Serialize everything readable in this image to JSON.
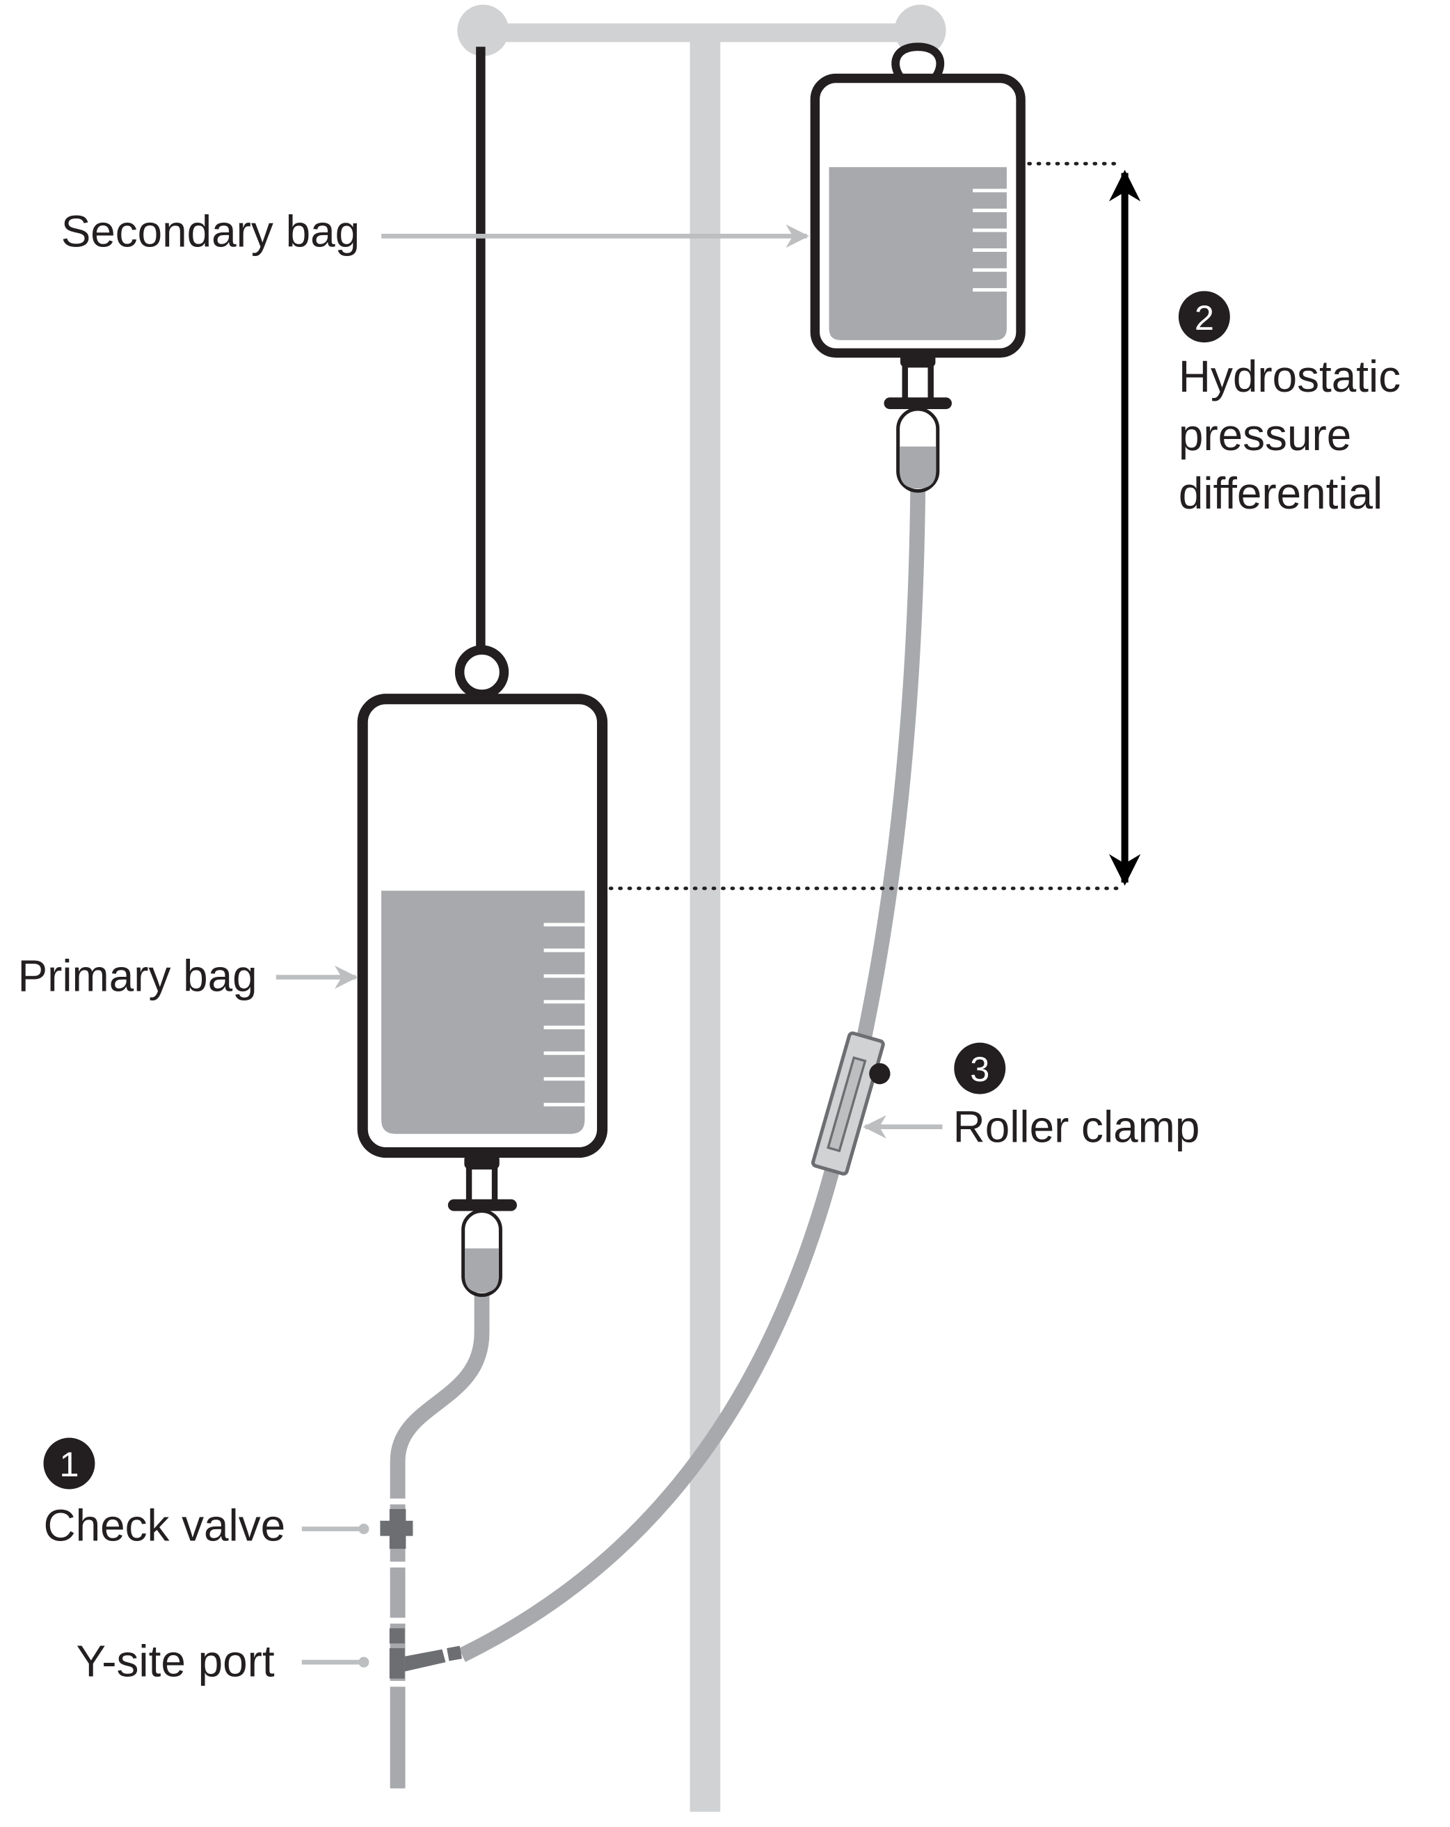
{
  "labels": {
    "secondary_bag": "Secondary bag",
    "primary_bag": "Primary bag",
    "hydrostatic_line1": "Hydrostatic",
    "hydrostatic_line2": "pressure",
    "hydrostatic_line3": "differential",
    "roller_clamp": "Roller clamp",
    "check_valve": "Check valve",
    "y_site_port": "Y-site port"
  },
  "markers": {
    "check_valve": "1",
    "hydrostatic": "2",
    "roller_clamp": "3"
  },
  "colors": {
    "pole": "#d1d2d4",
    "tubing": "#a7a9ac",
    "fluid": "#a7a9ac",
    "fitting": "#6d6e71",
    "outline": "#231f20",
    "pointer": "#bcbec0"
  }
}
